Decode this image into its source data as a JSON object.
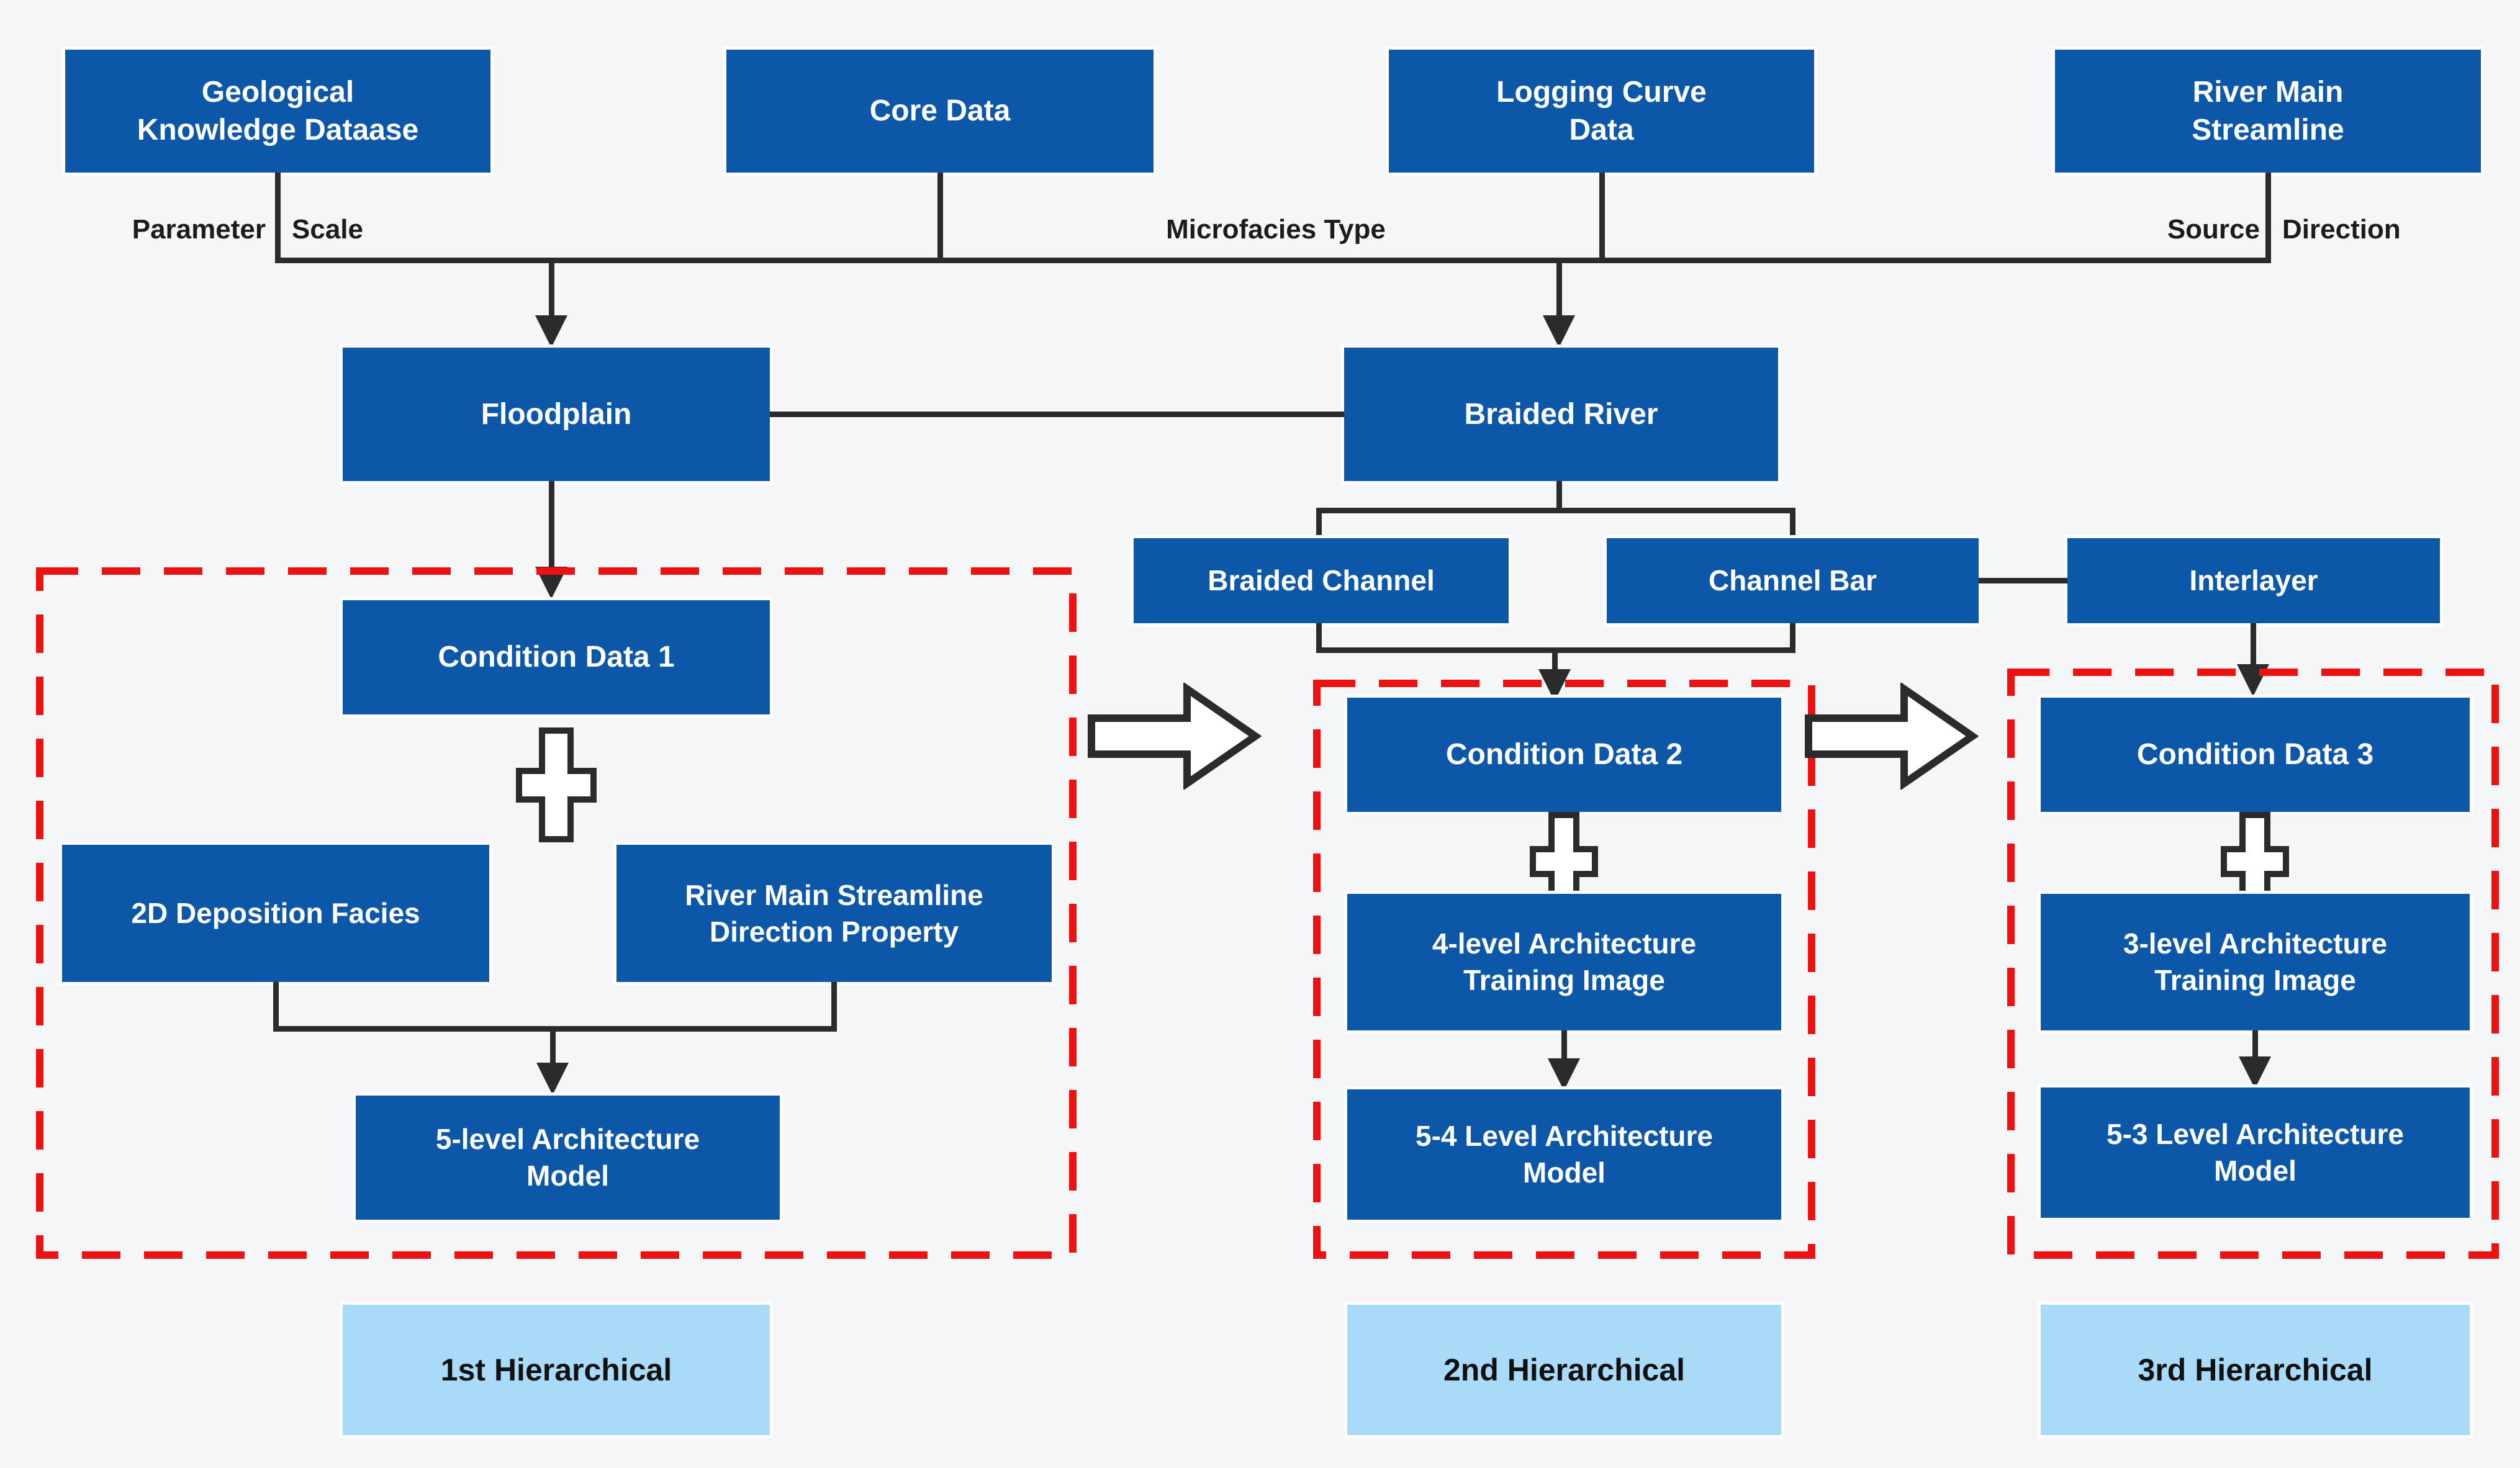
{
  "colors": {
    "node_blue": "#0d57a8",
    "hierarchy_light_blue": "#a9daf8",
    "dashed_red": "#ee1111",
    "line_dark": "#2b2b2b",
    "background": "#f5f6f7",
    "node_text": "#ffffff",
    "label_text": "#1c1c1c"
  },
  "top_row": {
    "geological": "Geological\nKnowledge Dataase",
    "core": "Core Data",
    "logging": "Logging Curve\nData",
    "river": "River Main\nStreamline"
  },
  "edge_labels": {
    "parameter": "Parameter",
    "scale": "Scale",
    "microfacies": "Microfacies Type",
    "source": "Source",
    "direction": "Direction"
  },
  "level2": {
    "floodplain": "Floodplain",
    "braided_river": "Braided River"
  },
  "level3": {
    "braided_channel": "Braided Channel",
    "channel_bar": "Channel Bar",
    "interlayer": "Interlayer"
  },
  "hierarchy1": {
    "condition": "Condition Data 1",
    "input_a": "2D Deposition Facies",
    "input_b": "River Main Streamline\nDirection Property",
    "model": "5-level Architecture\nModel",
    "label": "1st Hierarchical"
  },
  "hierarchy2": {
    "condition": "Condition Data 2",
    "training_image": "4-level Architecture\nTraining Image",
    "model": "5-4 Level Architecture\nModel",
    "label": "2nd Hierarchical"
  },
  "hierarchy3": {
    "condition": "Condition Data 3",
    "training_image": "3-level Architecture\nTraining Image",
    "model": "5-3 Level Architecture\nModel",
    "label": "3rd Hierarchical"
  }
}
